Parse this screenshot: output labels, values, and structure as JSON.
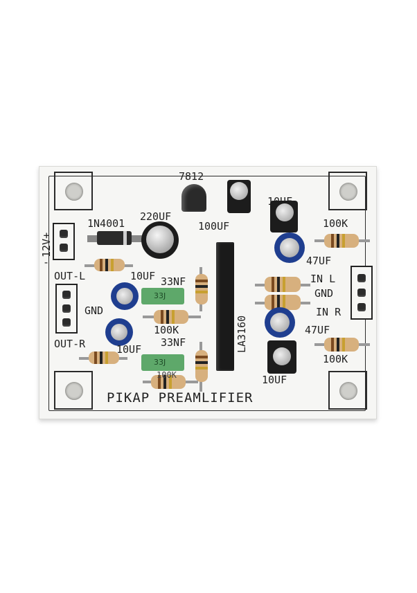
{
  "board": {
    "title": "PIKAP PREAMLIFIER",
    "labels": {
      "regulator": "7812",
      "diode": "1N4001",
      "cap_220": "220UF",
      "cap_100_top": "100UF",
      "cap_10_top": "10UF",
      "res_100k_top_right": "100K",
      "cap_47_top": "47UF",
      "in_l": "IN L",
      "gnd_right": "GND",
      "in_r": "IN R",
      "cap_47_bottom": "47UF",
      "res_100k_bottom_right": "100K",
      "cap_10_bottom_right": "10UF",
      "ic": "LA3160",
      "power_in": "12V+",
      "power_minus": "-",
      "out_l": "OUT-L",
      "gnd_left": "GND",
      "out_r": "OUT-R",
      "cap_10_left_top": "10UF",
      "cap_10_left_bottom": "10UF",
      "film_top": "33NF",
      "film_bottom": "33NF",
      "res_100k_mid": "100K",
      "res_100k_low": "100K",
      "film_marking": "33J"
    }
  },
  "colors": {
    "board": "#f6f6f4",
    "silkscreen": "#222222",
    "cap_blue": "#1f3e8f",
    "cap_black": "#1c1c1c",
    "film_green": "#5ea86a",
    "resistor_body": "#d7b07e",
    "ic_body": "#1a1a1a"
  }
}
